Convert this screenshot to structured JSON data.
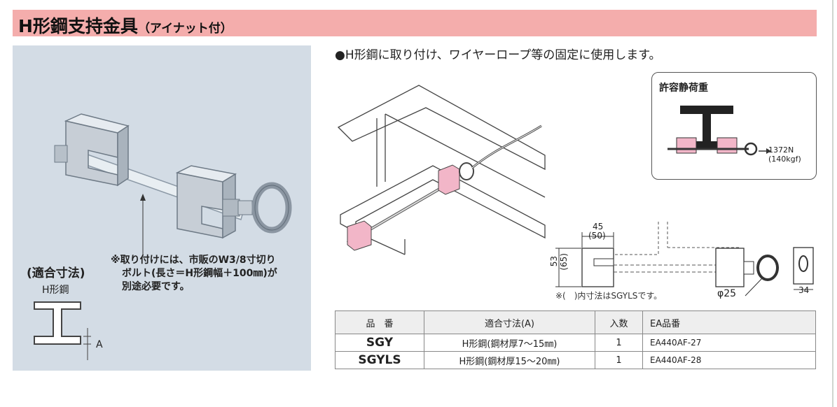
{
  "header": {
    "title": "H形鋼支持金具",
    "subtitle": "（アイナット付）"
  },
  "photo_panel": {
    "note_lines": [
      "※取り付けには、市販のW3/8寸切り",
      "ボルト(長さ＝H形鋼幅＋100㎜)が",
      "別途必要です。"
    ],
    "fit_title": "(適合寸法)",
    "h_label": "H形鋼",
    "a_label": "A"
  },
  "description": "●H形鋼に取り付け、ワイヤーロープ等の固定に使用します。",
  "load_box": {
    "title": "許容静荷重",
    "value_n": "1372N",
    "value_kgf": "(140kgf)"
  },
  "dimensions": {
    "width_top": "45",
    "width_top_alt": "(50)",
    "height": "53",
    "height_alt": "(65)",
    "diameter": "φ25",
    "side_width": "34",
    "note": "※(　)内寸法はSGYLSです。"
  },
  "table": {
    "headers": [
      "品　番",
      "適合寸法(A)",
      "入数",
      "EA品番"
    ],
    "rows": [
      {
        "code": "SGY",
        "fit": "H形鋼(鋼材厚7～15㎜)",
        "qty": "1",
        "ea": "EA440AF-27"
      },
      {
        "code": "SGYLS",
        "fit": "H形鋼(鋼材厚15～20㎜)",
        "qty": "1",
        "ea": "EA440AF-28"
      }
    ]
  },
  "colors": {
    "banner": "#f4adac",
    "photo_bg": "#d3dce5",
    "bracket_pink": "#f2b6c8"
  }
}
